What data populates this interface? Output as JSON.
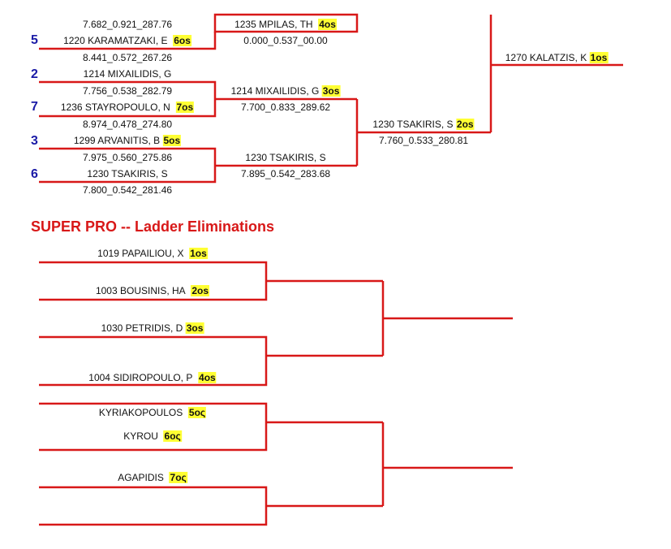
{
  "colors": {
    "line": "#d81818",
    "seed": "#1a1aa6",
    "highlight": "#ffff33",
    "title": "#d81818"
  },
  "top_bracket": {
    "round1": [
      {
        "seed": "5",
        "name": "1220 KARAMATZAKI, E",
        "rank": "6os",
        "score_above": "7.682_0.921_287.76",
        "score_below": "8.441_0.572_267.26"
      },
      {
        "seed": "2",
        "name": "1214 MIXAILIDIS, G",
        "rank": "",
        "score_below": "7.756_0.538_282.79"
      },
      {
        "seed": "7",
        "name": "1236 STAYROPOULO, N",
        "rank": "7os",
        "score_below": "8.974_0.478_274.80"
      },
      {
        "seed": "3",
        "name": "1299 ARVANITIS, B",
        "rank": "5os",
        "score_below": "7.975_0.560_275.86"
      },
      {
        "seed": "6",
        "name": "1230 TSAKIRIS, S",
        "rank": "",
        "score_below": "7.800_0.542_281.46"
      }
    ],
    "round2": [
      {
        "name": "1235 MPILAS, TH",
        "rank": "4os",
        "score": "0.000_0.537_00.00"
      },
      {
        "name": "1214 MIXAILIDIS, G",
        "rank": "3os",
        "score": "7.700_0.833_289.62"
      },
      {
        "name": "1230 TSAKIRIS, S",
        "rank": "",
        "score": "7.895_0.542_283.68"
      }
    ],
    "round3": {
      "name": "1230 TSAKIRIS, S",
      "rank": "2os",
      "score": "7.760_0.533_280.81"
    },
    "final": {
      "name": "1270 KALATZIS, K",
      "rank": "1os"
    }
  },
  "ladder": {
    "title": "SUPER PRO -- Ladder Eliminations",
    "entries": [
      {
        "name": "1019 PAPAILIOU, X",
        "rank": "1os"
      },
      {
        "name": "1003 BOUSINIS, HA",
        "rank": "2os"
      },
      {
        "name": "1030 PETRIDIS, D",
        "rank": "3os"
      },
      {
        "name": "1004 SIDIROPOULO, P",
        "rank": "4os"
      },
      {
        "name": "KYRIAKOPOULOS",
        "rank": "5ος"
      },
      {
        "name": "KYROU",
        "rank": "6ος"
      },
      {
        "name": "AGAPIDIS",
        "rank": "7ος"
      }
    ]
  }
}
